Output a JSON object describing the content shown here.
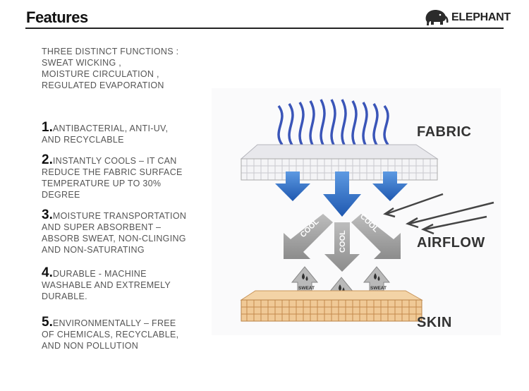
{
  "header": {
    "title": "Features",
    "brand": "ELEPHANT",
    "brand_icon": "elephant-icon"
  },
  "intro": {
    "lines": [
      "THREE  DISTINCT FUNCTIONS :",
      "SWEAT WICKING ,",
      "MOISTURE  CIRCULATION   ,",
      "REGULATED EVAPORATION"
    ]
  },
  "features": [
    {
      "num": "1.",
      "first": "ANTIBACTERIAL, ANTI-UV,",
      "rest": [
        "AND RECYCLABLE"
      ]
    },
    {
      "num": "2.",
      "first": "INSTANTLY COOLS – IT CAN",
      "rest": [
        "REDUCE THE FABRIC SURFACE",
        "TEMPERATURE UP TO 30%",
        "DEGREE"
      ]
    },
    {
      "num": "3.",
      "first": "MOISTURE TRANSPORTATION",
      "rest": [
        "AND SUPER ABSORBENT –",
        "ABSORB SWEAT, NON-CLINGING",
        "AND NON-SATURATING"
      ]
    },
    {
      "num": "4.",
      "first": "DURABLE - MACHINE",
      "rest": [
        "WASHABLE AND EXTREMELY",
        "DURABLE."
      ]
    },
    {
      "num": "5.",
      "first": "ENVIRONMENTALLY – FREE",
      "rest": [
        "OF CHEMICALS, RECYCLABLE,",
        "AND NON POLLUTION"
      ]
    }
  ],
  "diagram": {
    "labels": {
      "fabric": "FABRIC",
      "airflow": "AIRFLOW",
      "skin": "SKIN"
    },
    "cool_label": "COOL",
    "sweat_label": "SWEAT",
    "colors": {
      "fabric_blue": "#2d6fc4",
      "heat_wave": "#3355b5",
      "cool_grey": "#9a9a9a",
      "skin_tan": "#e3b47e",
      "fabric_grid": "#d9d9de"
    }
  }
}
